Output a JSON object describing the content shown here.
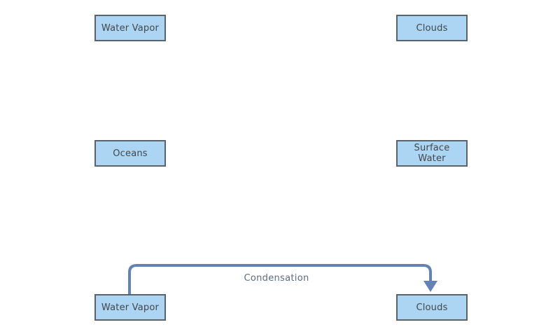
{
  "colors": {
    "box_fill": "#ABD5F3",
    "box_border": "#5A626C",
    "box_text": "#43474B",
    "arrow": "#6282B8",
    "label_text": "#5D6B80",
    "background": "#FFFFFF"
  },
  "nodes": [
    {
      "id": "water-vapor-top",
      "label": "Water Vapor"
    },
    {
      "id": "clouds-top",
      "label": "Clouds"
    },
    {
      "id": "oceans",
      "label": "Oceans"
    },
    {
      "id": "surface-water",
      "label": "Surface\nWater"
    },
    {
      "id": "water-vapor-bottom",
      "label": "Water Vapor"
    },
    {
      "id": "clouds-bottom",
      "label": "Clouds"
    }
  ],
  "connector": {
    "label": "Condensation",
    "from": "water-vapor-bottom",
    "to": "clouds-bottom",
    "direction": "right-down"
  }
}
